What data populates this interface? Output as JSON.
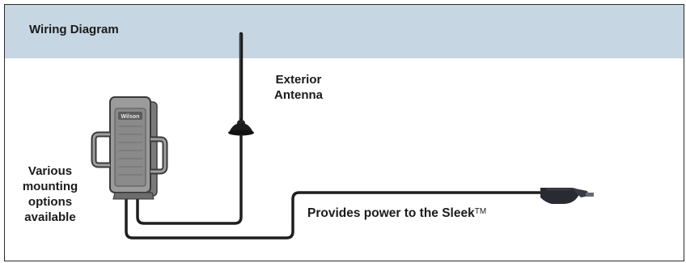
{
  "header": {
    "title": "Wiring Diagram"
  },
  "labels": {
    "antenna_line1": "Exterior",
    "antenna_line2": "Antenna",
    "mount_line1": "Various",
    "mount_line2": "mounting",
    "mount_line3": "options",
    "mount_line4": "available",
    "power": "Provides power to the Sleek",
    "power_tm": "TM"
  },
  "device": {
    "brand": "Wilson"
  },
  "colors": {
    "header_bg": "#c6d6e2",
    "cable": "#1e1e1e",
    "device_body": "#8a8a8a",
    "frame_border": "#2b2b2b"
  }
}
